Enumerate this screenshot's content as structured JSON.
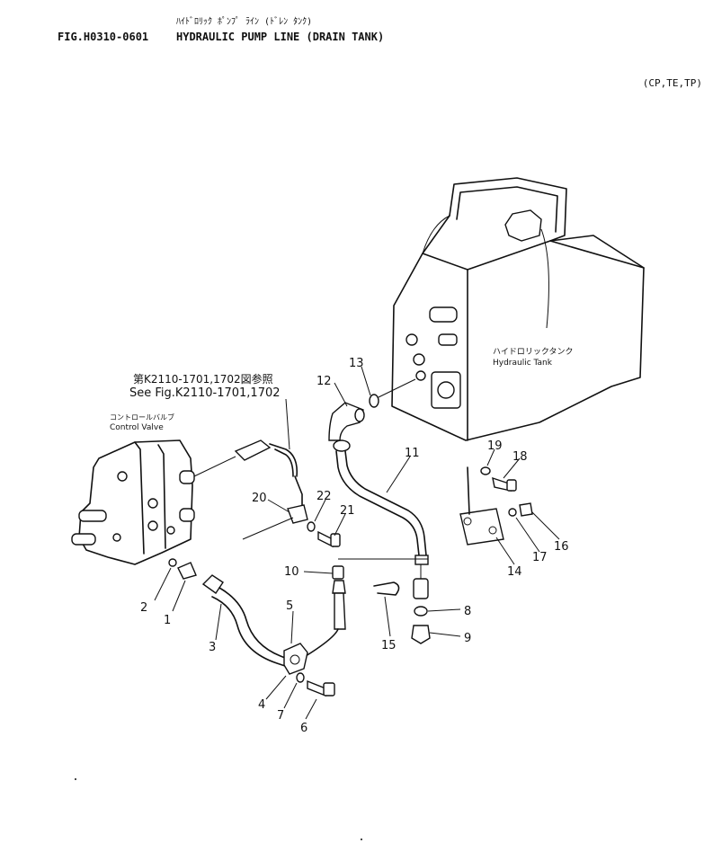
{
  "header": {
    "jp_title": "ﾊｲﾄﾞﾛﾘｯｸ ﾎﾟﾝﾌﾟ ﾗｲﾝ (ﾄﾞﾚﾝ ﾀﾝｸ)",
    "fig_number": "FIG.H0310-0601",
    "title": "HYDRAULIC PUMP LINE (DRAIN TANK)",
    "models": "(CP,TE,TP)"
  },
  "reference": {
    "jp": "第K2110-1701,1702図参照",
    "en": "See Fig.K2110-1701,1702"
  },
  "components": {
    "control_valve_jp": "コントロールバルブ",
    "control_valve_en": "Control Valve",
    "tank_jp": "ハイドロリックタンク",
    "tank_en": "Hydraulic Tank"
  },
  "callouts": [
    "1",
    "2",
    "3",
    "4",
    "5",
    "6",
    "7",
    "8",
    "9",
    "10",
    "11",
    "12",
    "13",
    "14",
    "15",
    "16",
    "17",
    "18",
    "19",
    "20",
    "21",
    "22"
  ]
}
